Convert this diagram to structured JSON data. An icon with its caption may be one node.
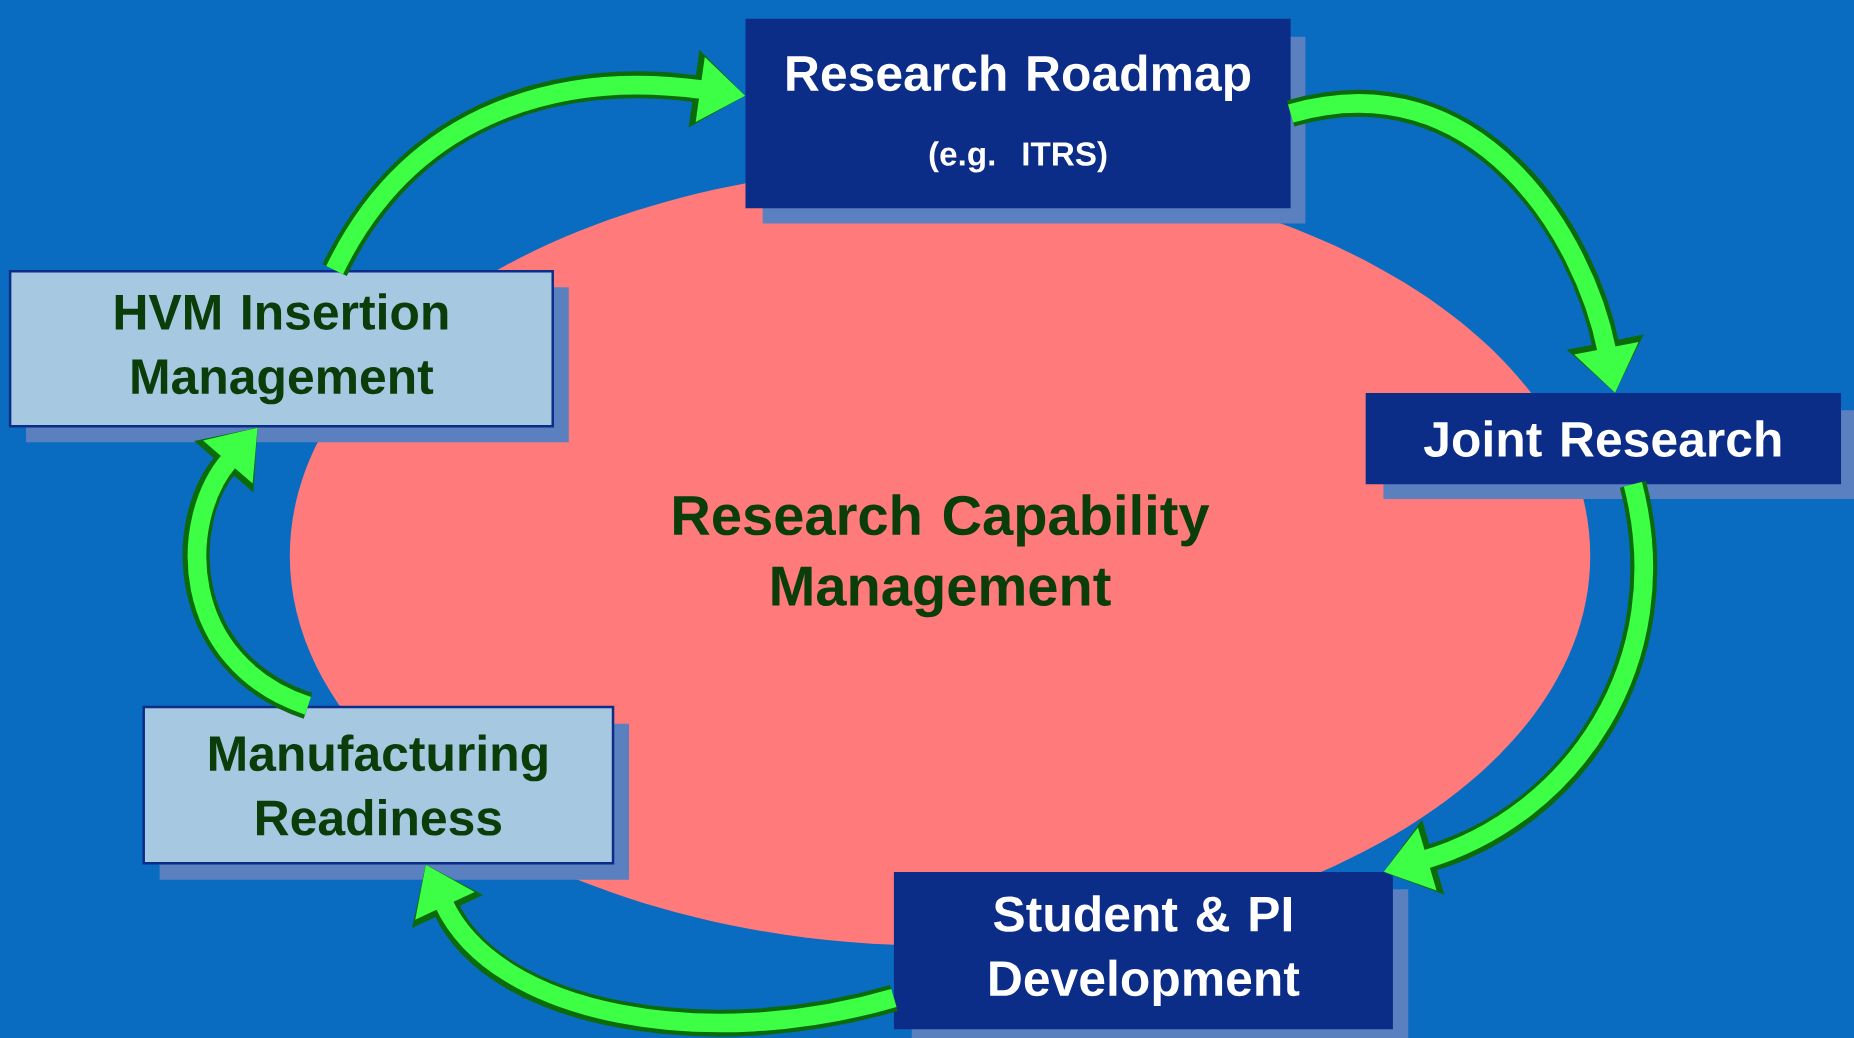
{
  "diagram": {
    "nodes": [
      {
        "text": [
          "Research Capability Management"
        ]
      },
      {
        "text": [
          "Research Roadmap",
          "(e.g. ITRS)"
        ]
      },
      {
        "text": [
          "Joint Research"
        ]
      },
      {
        "text": [
          "Student & PI Development"
        ]
      },
      {
        "text": [
          "Manufacturing Readiness"
        ]
      },
      {
        "text": [
          "HVM Insertion Management"
        ]
      }
    ],
    "edges": [
      {
        "from": 1,
        "to": 2,
        "arrow": "to"
      },
      {
        "from": 2,
        "to": 3,
        "arrow": "to"
      },
      {
        "from": 3,
        "to": 4,
        "arrow": "to"
      },
      {
        "from": 4,
        "to": 5,
        "arrow": "to"
      },
      {
        "from": 5,
        "to": 1,
        "arrow": "to"
      }
    ]
  }
}
